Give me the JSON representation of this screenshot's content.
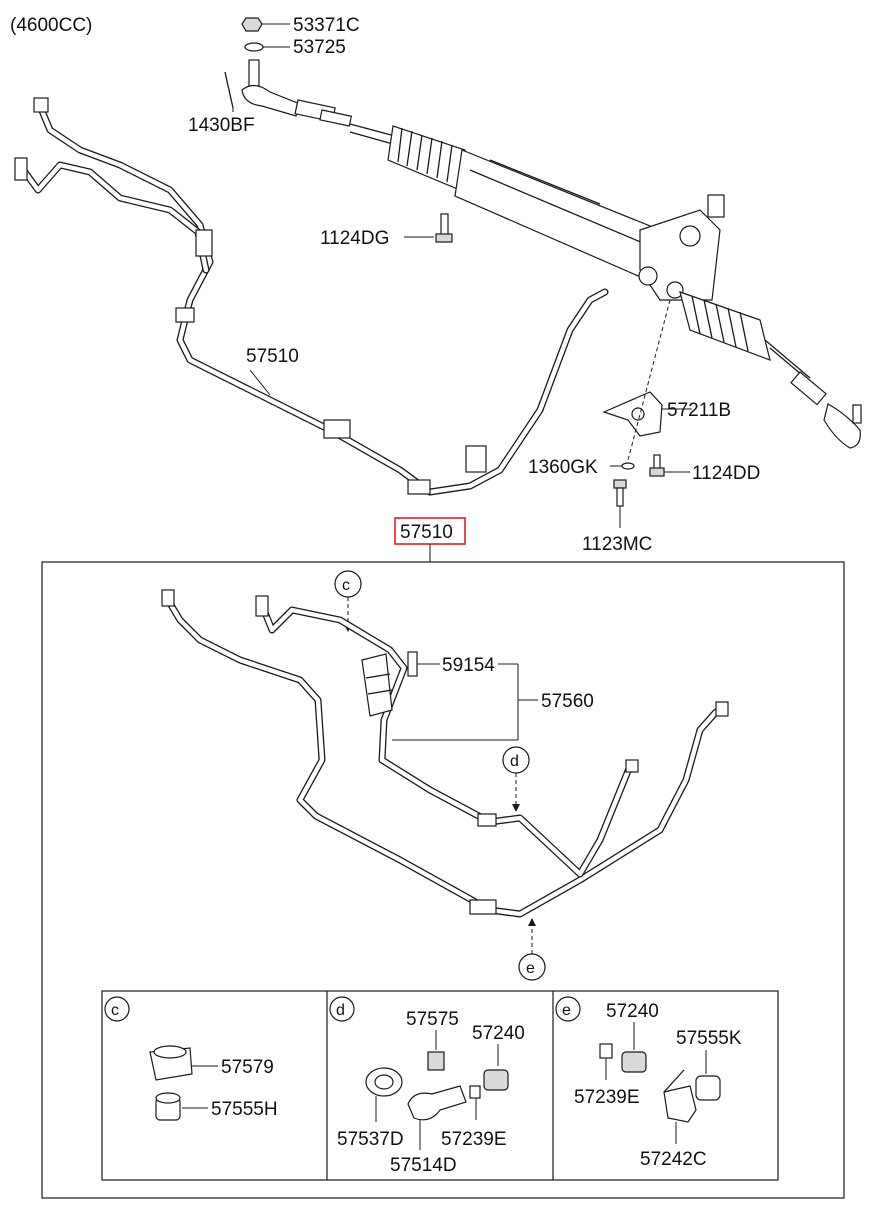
{
  "engine_note": "(4600CC)",
  "labels": {
    "p53371c": "53371C",
    "p53725": "53725",
    "p1430bf": "1430BF",
    "p1124dg": "1124DG",
    "p57510_top": "57510",
    "p57211b": "57211B",
    "p1360gk": "1360GK",
    "p1124dd": "1124DD",
    "p1123mc": "1123MC",
    "p57510_box": "57510",
    "p59154": "59154",
    "p57560": "57560",
    "c_57579": "57579",
    "c_57555h": "57555H",
    "d_57575": "57575",
    "d_57240": "57240",
    "d_57537d": "57537D",
    "d_57514d": "57514D",
    "d_57239e": "57239E",
    "e_57240": "57240",
    "e_57555k": "57555K",
    "e_57239e": "57239E",
    "e_57242c": "57242C"
  },
  "callouts": {
    "c": "c",
    "d": "d",
    "e": "e"
  },
  "colors": {
    "line": "#1a1a1a",
    "highlight": "#e02020",
    "background": "#ffffff"
  }
}
